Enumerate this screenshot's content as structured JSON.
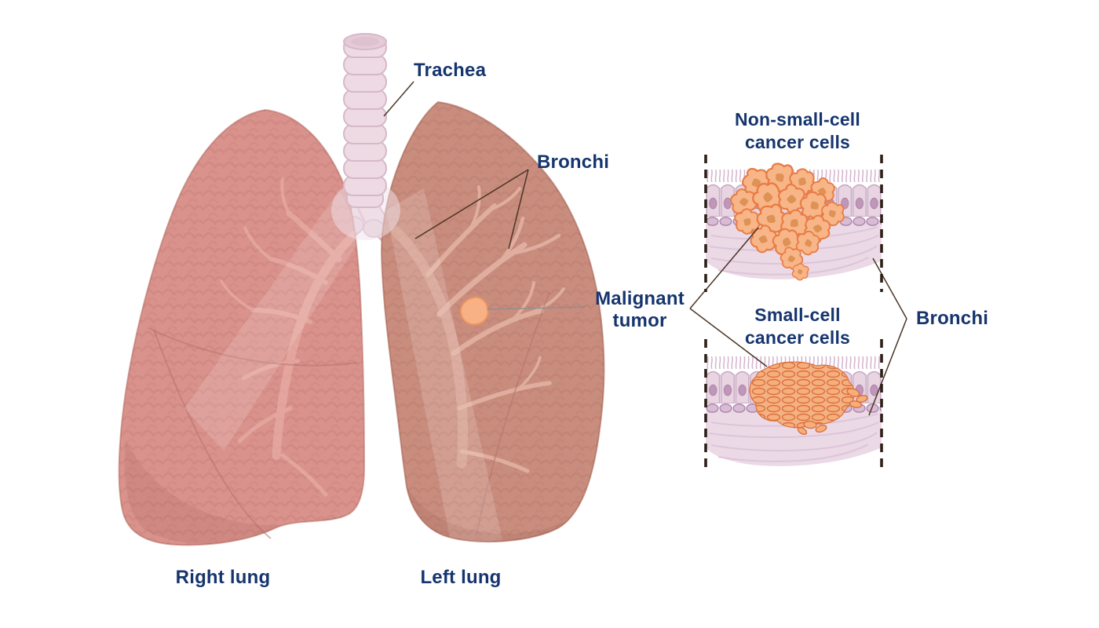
{
  "labels": {
    "trachea": "Trachea",
    "bronchi_left": "Bronchi",
    "malignant_tumor": {
      "line1": "Malignant",
      "line2": "tumor"
    },
    "right_lung": "Right lung",
    "left_lung": "Left lung",
    "nsclc": {
      "line1": "Non-small-cell",
      "line2": "cancer cells"
    },
    "sclc": {
      "line1": "Small-cell",
      "line2": "cancer cells"
    },
    "bronchi_right": "Bronchi"
  },
  "colors": {
    "label_text": "#16356E",
    "leader_dark": "#4A3526",
    "leader_gray": "#8E8E8E",
    "dash": "#2E2019",
    "right_lung": "#DA928C",
    "left_lung": "#C98D7E",
    "bronchial_tree": "#E7BCAF",
    "trachea_fill": "#EEDAE2",
    "trachea_outline": "#D6B9C9",
    "tissue_muscle": "#EBD9E6",
    "epithelium": "#E8D5E1",
    "cell_outline": "#C7A6C2",
    "nucleus": "#BE93BA",
    "tumor_fill": "#F8B688",
    "tumor_outline": "#E87C45"
  }
}
